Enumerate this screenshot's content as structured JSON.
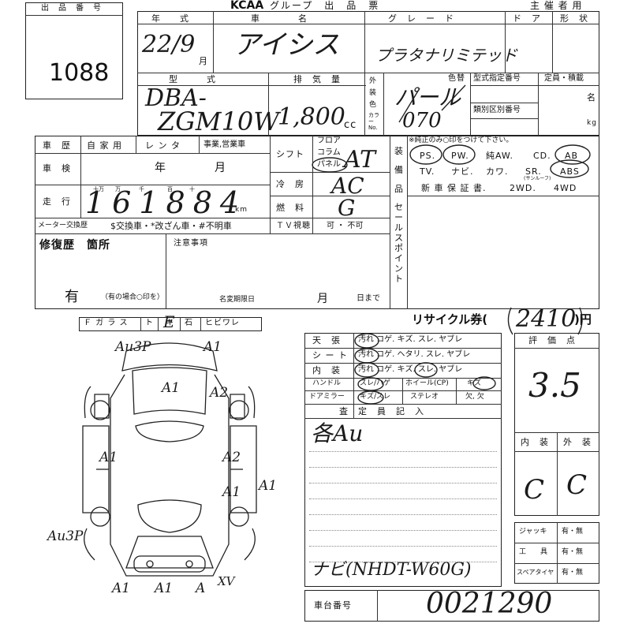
{
  "header": {
    "logo": "KCAA",
    "group": "グループ　出　品　票",
    "organizer": "主 催 者 用"
  },
  "lot": {
    "label": "出　品　番　号",
    "number": "1088"
  },
  "year_model": {
    "label": "年　　式",
    "value": "22/9",
    "unit": "月"
  },
  "car": {
    "label": "車　　　　名",
    "value": "アイシス"
  },
  "grade": {
    "label": "グ　レ　ー　ド",
    "value": "プラタナリミテッド"
  },
  "door": {
    "label": "ド　ア"
  },
  "shape": {
    "label": "形　状"
  },
  "model_code": {
    "label": "型　　　式",
    "line1": "DBA-",
    "line2": "ZGM10W"
  },
  "displacement": {
    "label": "排　気　量",
    "value": "1,800",
    "unit": "cc"
  },
  "color": {
    "side_label": "外装色",
    "sub_label": "カラーNo.",
    "label": "色替",
    "value": "パール",
    "code": "070"
  },
  "type_spec": {
    "label": "型式指定番号"
  },
  "category": {
    "label": "類別区別番号"
  },
  "capacity": {
    "label": "定員・積載",
    "unit1": "名",
    "unit2": "kg"
  },
  "history": {
    "label": "車　歴",
    "options": [
      "自 家 用",
      "レ ン タ",
      "事業,営業車"
    ]
  },
  "inspection": {
    "label": "車　検",
    "year": "年",
    "month": "月"
  },
  "mileage": {
    "label": "走　行",
    "units": [
      "十万",
      "万",
      "千",
      "百",
      "十"
    ],
    "value": "161884",
    "unit": "km"
  },
  "meter": {
    "label": "メーター交換歴",
    "options": "$交換車・*改ざん車・#不明車"
  },
  "shift": {
    "label": "シフト",
    "options": [
      "フロア",
      "コラム",
      "パネル"
    ],
    "value": "AT"
  },
  "ac": {
    "label": "冷　房",
    "value": "AC"
  },
  "fuel": {
    "label": "燃　料",
    "value": "G"
  },
  "tv": {
    "label": "ＴＶ視聴",
    "value": "可 ・ 不可"
  },
  "equipment": {
    "label": "装備品",
    "note": "※純正のみ○印をつけて下さい。",
    "row1": [
      "PS.",
      "PW.",
      "純AW.",
      "CD.",
      "AB"
    ],
    "row2": [
      "TV.",
      "ナビ.",
      "カワ.",
      "SR.",
      "ABS"
    ],
    "sunroof": "(サンルーフ)",
    "row3": [
      "新 車 保 証 書.",
      "2WD.",
      "4WD"
    ]
  },
  "sales_point": {
    "label": "セールスポイント"
  },
  "repair": {
    "label": "修復歴　箇所",
    "value": "有",
    "note": "（有の場合○印を）"
  },
  "notes": {
    "label": "注意事項"
  },
  "transfer": {
    "label": "名変期限日",
    "month": "月",
    "suffix": "日まで"
  },
  "glass": {
    "label": "Ｆ ガ ラ ス",
    "options": [
      "ト",
      "キ",
      "石",
      "ヒビワレ"
    ],
    "circled_mark": "E"
  },
  "recycle": {
    "label": "リサイクル券(",
    "value": "2410",
    "unit": ")円"
  },
  "condition": {
    "rows": [
      {
        "label": "天　張",
        "opts": "汚れ コゲ. キズ. スレ. ヤブレ"
      },
      {
        "label": "シ ー ト",
        "opts": "汚れ コゲ. ヘタリ. スレ. ヤブレ"
      },
      {
        "label": "内　装",
        "opts": "汚れ コゲ. キズ. スレ. ヤブレ"
      }
    ],
    "handle": "ハンドル",
    "handle_opts": [
      "スレ/ハゲ",
      "ホイール(CP)",
      "キズ"
    ],
    "mirror": "ドアミラー",
    "mirror_opts": [
      "キズ/スレ",
      "ステレオ",
      "欠, 欠"
    ]
  },
  "inspector": {
    "label": "査　定　員　記　入",
    "note1": "各Au",
    "note2": "ナビ(NHDT-W60G)"
  },
  "score": {
    "label": "評　価　点",
    "value": "3.5"
  },
  "interior_grade": {
    "label": "内　装",
    "value": "C"
  },
  "exterior_grade": {
    "label": "外　装",
    "value": "C"
  },
  "tools": [
    {
      "label": "ジャッキ",
      "value": "有・無"
    },
    {
      "label": "工　　具",
      "value": "有・無"
    },
    {
      "label": "スペアタイヤ",
      "value": "有・無"
    }
  ],
  "chassis": {
    "label": "車台番号",
    "value": "0021290"
  },
  "damage_marks": [
    "Au3P",
    "A1",
    "A1",
    "A2",
    "A1",
    "A2",
    "A1",
    "A1",
    "Au3P",
    "A1",
    "A1",
    "A",
    "XV"
  ]
}
